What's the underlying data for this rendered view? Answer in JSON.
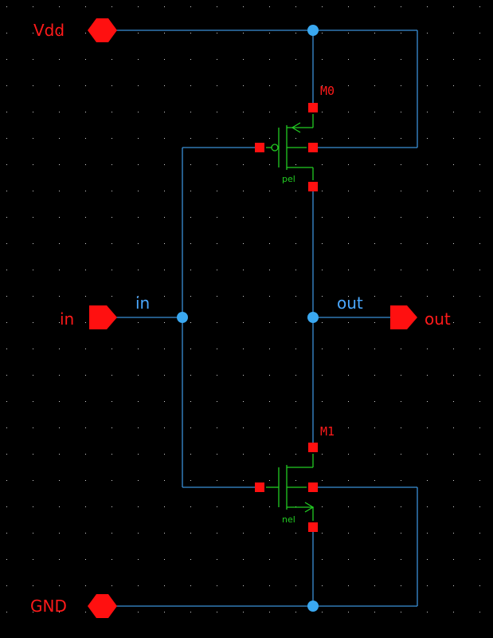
{
  "pins": {
    "vdd": "Vdd",
    "gnd": "GND",
    "in": "in",
    "out": "out"
  },
  "nets": {
    "in": "in",
    "out": "out"
  },
  "instances": {
    "m0": {
      "name": "M0",
      "model": "pel"
    },
    "m1": {
      "name": "M1",
      "model": "nel"
    }
  },
  "colors": {
    "background": "#000000",
    "wire": "#3a8fd6",
    "device": "#22cc22",
    "terminal": "#ff1010",
    "junction": "#3aa8f0",
    "grid": "#d0d0d0"
  }
}
